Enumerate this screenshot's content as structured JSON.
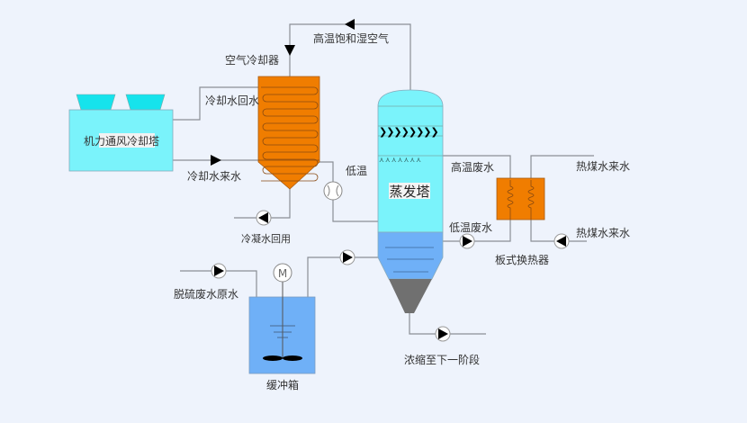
{
  "labels": {
    "cooling_tower": "机力通风冷却塔",
    "air_cooler": "空气冷却器",
    "hot_humid_air": "高温饱和湿空气",
    "cooling_return": "冷却水回水",
    "cooling_supply": "冷却水来水",
    "low_temp": "低温",
    "condensate": "冷凝水回用",
    "evaporator": "蒸发塔",
    "hot_waste": "高温废水",
    "cold_waste": "低温废水",
    "heat_supply_1": "热煤水来水",
    "heat_supply_2": "热煤水来水",
    "plate_exchanger": "板式换热器",
    "raw_water": "脱硫废水原水",
    "buffer_tank": "缓冲箱",
    "to_next_stage": "浓缩至下一阶段",
    "motor": "M"
  },
  "colors": {
    "cyan": "#7af3fb",
    "orange": "#f07d00",
    "blue": "#6fb0f7",
    "grey": "#707070"
  }
}
